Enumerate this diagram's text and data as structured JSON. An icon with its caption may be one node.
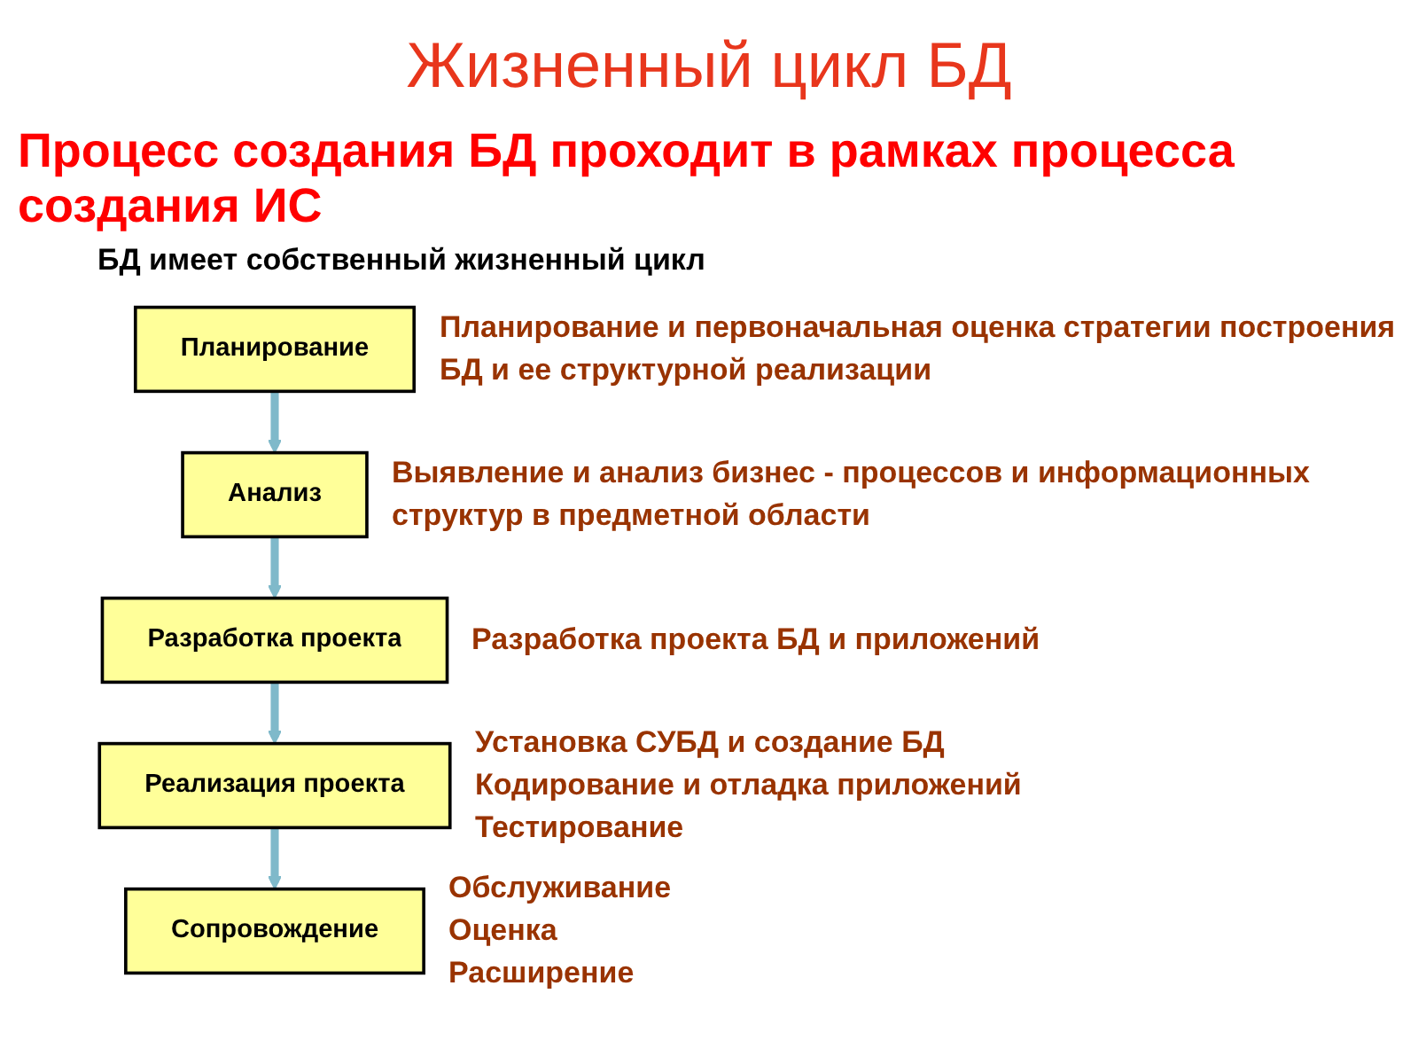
{
  "diagram": {
    "title": "Жизненный цикл БД",
    "nodes": [
      {
        "text": [
          "Планирование"
        ],
        "beside": [
          "Планирование и первоначальная оценка стратегии построения БД и ее структурной реализации"
        ]
      },
      {
        "text": [
          "Анализ"
        ],
        "beside": [
          "Выявление и анализ бизнес - процессов и информационных структур в предметной области"
        ]
      },
      {
        "text": [
          "Разработка проекта"
        ],
        "beside": [
          "Разработка проекта БД и приложений"
        ]
      },
      {
        "text": [
          "Реализация проекта"
        ],
        "beside": [
          "Установка СУБД и создание БД",
          "Кодирование и отладка приложений",
          "Тестирование"
        ]
      },
      {
        "text": [
          "Сопровождение"
        ],
        "beside": [
          "Обслуживание",
          "Оценка",
          "Расширение"
        ]
      }
    ],
    "edges": [
      {
        "from": 0,
        "to": 1,
        "arrow": "to"
      },
      {
        "from": 1,
        "to": 2,
        "arrow": "to"
      },
      {
        "from": 2,
        "to": 3,
        "arrow": "to"
      },
      {
        "from": 3,
        "to": 4,
        "arrow": "to"
      }
    ],
    "labels": [
      "Процесс создания БД проходит в рамках процесса создания ИС",
      "БД имеет собственный жизненный цикл"
    ]
  }
}
